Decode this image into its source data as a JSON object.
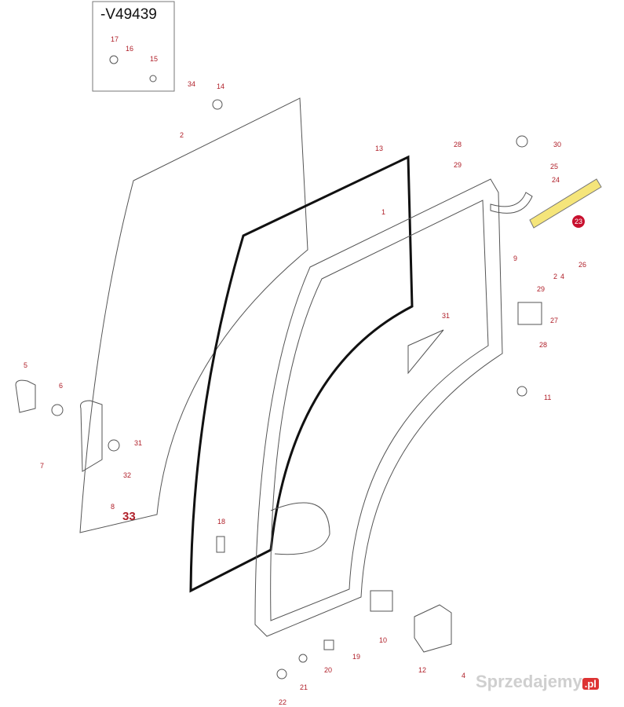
{
  "title": "-V49439",
  "watermark": {
    "text": "Sprzedajemy",
    "suffix": ".pl"
  },
  "callouts": [
    "17",
    "16",
    "15",
    "34",
    "14",
    "2",
    "13",
    "1",
    "28",
    "30",
    "29",
    "25",
    "24",
    "23",
    "9",
    "26",
    "2",
    "4",
    "29",
    "27",
    "28",
    "31",
    "11",
    "5",
    "6",
    "7",
    "31",
    "32",
    "8",
    "33",
    "18",
    "10",
    "19",
    "20",
    "12",
    "4",
    "21",
    "22"
  ],
  "colors": {
    "label": "#b0202a",
    "strut": "#f5e57a",
    "highlight": "#c8102e"
  }
}
